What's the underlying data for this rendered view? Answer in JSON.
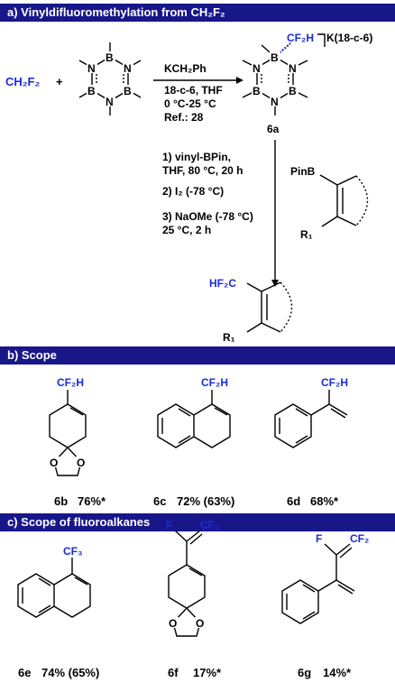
{
  "sections": {
    "a": {
      "title": "a) Vinyldifluoromethylation from CH₂F₂"
    },
    "b": {
      "title": "b) Scope"
    },
    "c": {
      "title": "c) Scope of fluoroalkanes"
    }
  },
  "reaction": {
    "reactant": "CH₂F₂",
    "plus": "+",
    "counterion": "K(18-c-6)",
    "step1": [
      "KCH₂Ph",
      "18-c-6, THF",
      "0 °C-25 °C",
      "Ref.: 28"
    ],
    "intermediate_label": "6a",
    "step2": [
      "1) vinyl-BPin,",
      "THF, 80 °C, 20 h",
      "2) I₂ (-78 °C)",
      "3) NaOMe (-78 °C)",
      "25 °C, 2 h"
    ],
    "reagent_pinb": "PinB",
    "r1": "R₁",
    "product_group": "HF₂C",
    "cf2h": "CF₂H",
    "atom_b": "B",
    "atom_n": "N"
  },
  "scope": [
    {
      "label": "6b",
      "yield": "76%*"
    },
    {
      "label": "6c",
      "yield": "72% (63%)"
    },
    {
      "label": "6d",
      "yield": "68%*"
    }
  ],
  "fluoroalkanes": [
    {
      "label": "6e",
      "yield": "74% (65%)"
    },
    {
      "label": "6f",
      "yield": "17%*"
    },
    {
      "label": "6g",
      "yield": "14%*"
    }
  ],
  "groups": {
    "cf3": "CF₃",
    "cf2": "CF₂",
    "f": "F",
    "o": "O"
  },
  "colors": {
    "header": "#17178a",
    "accent": "#1a2bd8"
  }
}
